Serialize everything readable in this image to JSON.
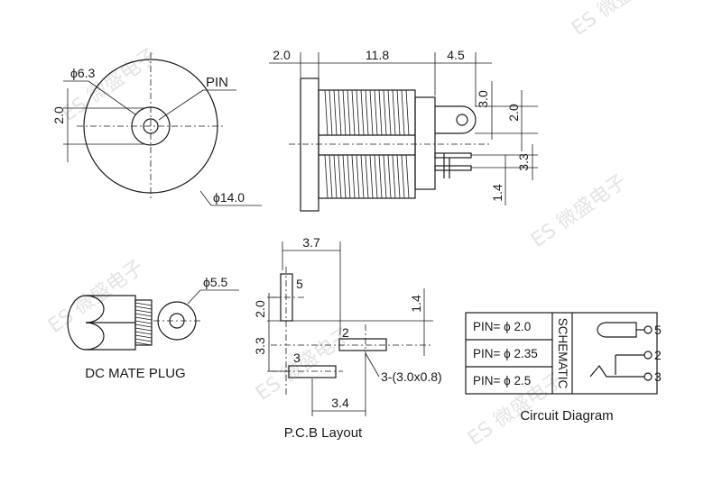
{
  "front_view": {
    "dim_phi63": "ϕ6.3",
    "pin_label": "PIN",
    "dim_20": "2.0",
    "dim_phi140": "ϕ14.0"
  },
  "side_view": {
    "dim_20": "2.0",
    "dim_118": "11.8",
    "dim_45": "4.5",
    "dim_30": "3.0",
    "dim_20_right": "2.0",
    "dim_33": "3.3",
    "dim_14": "1.4"
  },
  "plug": {
    "dim_phi55": "ϕ5.5",
    "caption": "DC MATE PLUG"
  },
  "pcb": {
    "dim_37": "3.7",
    "dim_20": "2.0",
    "dim_33": "3.3",
    "dim_14": "1.4",
    "dim_34": "3.4",
    "pad_5": "5",
    "pad_2": "2",
    "pad_3": "3",
    "pad_note": "3-(3.0x0.8)",
    "caption": "P.C.B Layout"
  },
  "table": {
    "rows": [
      "PIN= ϕ 2.0",
      "PIN= ϕ 2.35",
      "PIN= ϕ 2.5"
    ],
    "schematic_label": "SCHEMATIC",
    "pins": [
      "5",
      "2",
      "3"
    ],
    "caption": "Circuit Diagram"
  },
  "watermark": {
    "text": "ES 微盛电子"
  }
}
